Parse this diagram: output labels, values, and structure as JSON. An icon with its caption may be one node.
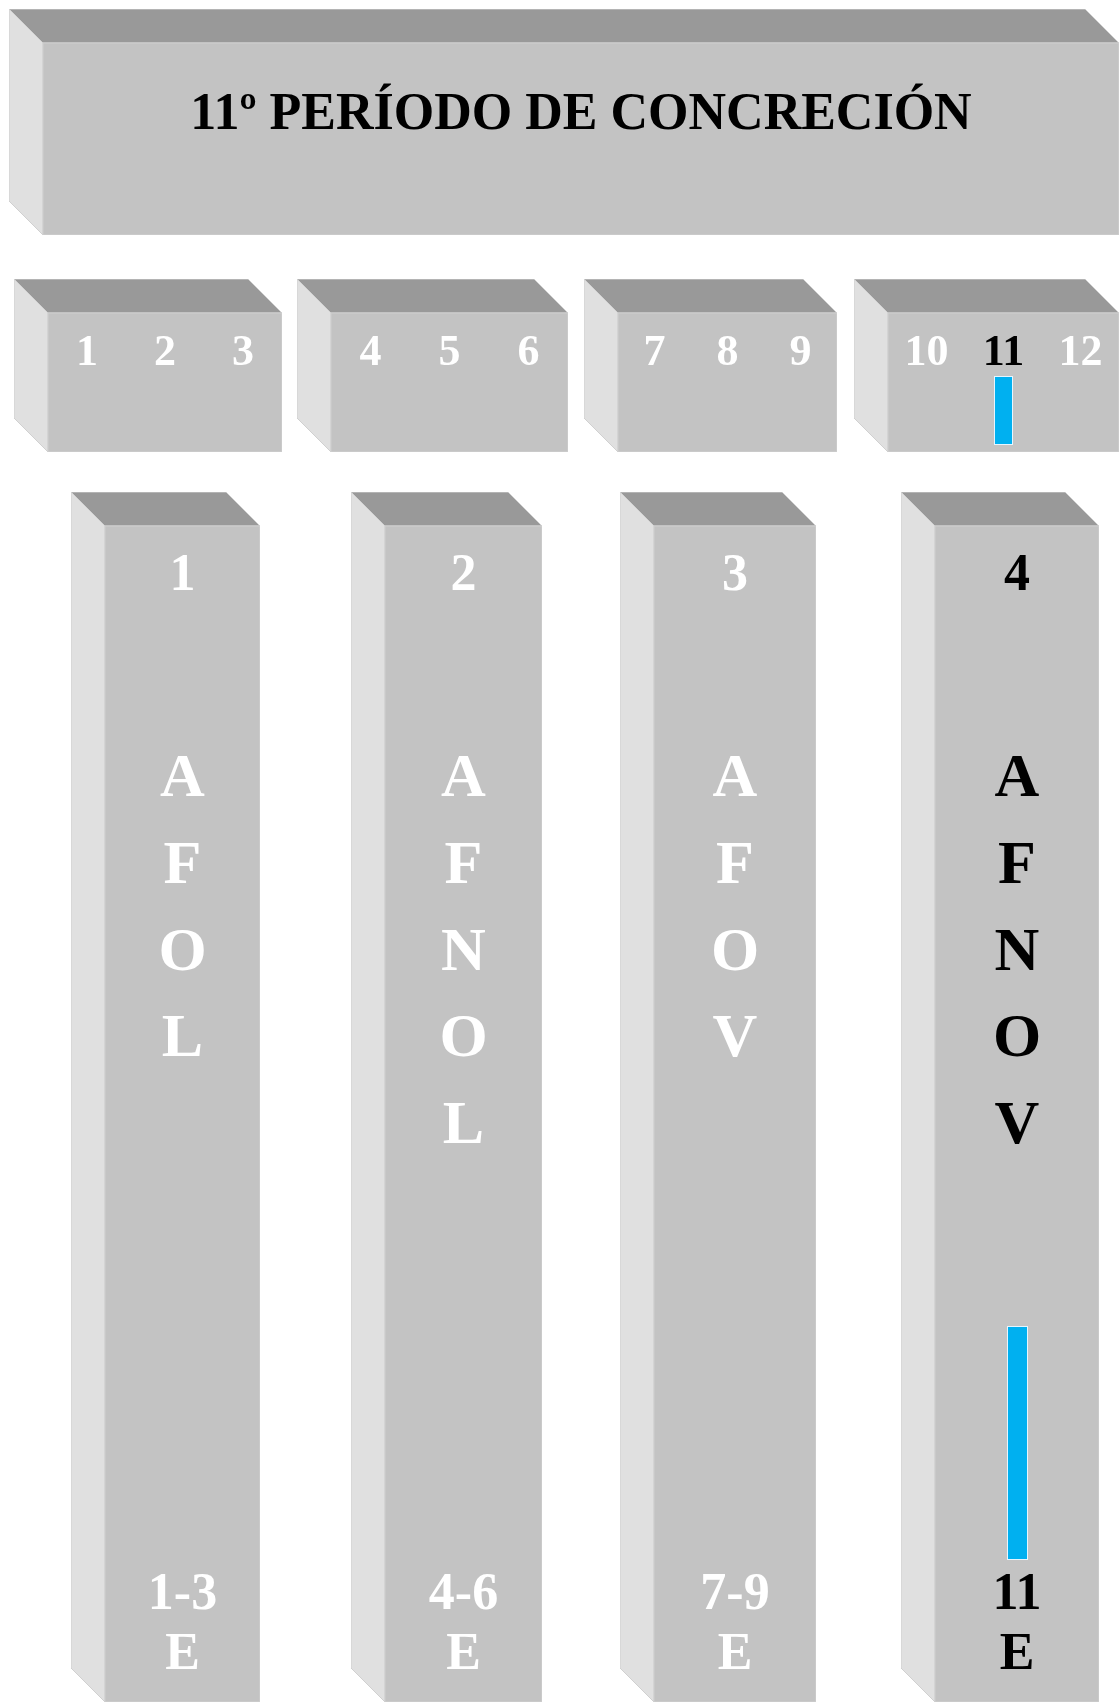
{
  "diagram": {
    "nodes": [
      {
        "text": [
          "11º PERÍODO DE CONCRECIÓN"
        ]
      },
      {
        "text": [
          "1",
          "2",
          "3"
        ]
      },
      {
        "text": [
          "4",
          "5",
          "6"
        ]
      },
      {
        "text": [
          "7",
          "8",
          "9"
        ]
      },
      {
        "text": [
          "10",
          "11",
          "12"
        ]
      },
      {
        "text": [
          "1",
          "A F O L",
          "1-3 E"
        ]
      },
      {
        "text": [
          "2",
          "A F N O L",
          "4-6 E"
        ]
      },
      {
        "text": [
          "3",
          "A F O V",
          "7-9 E"
        ]
      },
      {
        "text": [
          "4",
          "A F N O V",
          "11 E"
        ]
      },
      {
        "text": [],
        "shape": "bar",
        "in": 4
      },
      {
        "text": [],
        "shape": "bar",
        "in": 8
      }
    ],
    "edges": []
  }
}
